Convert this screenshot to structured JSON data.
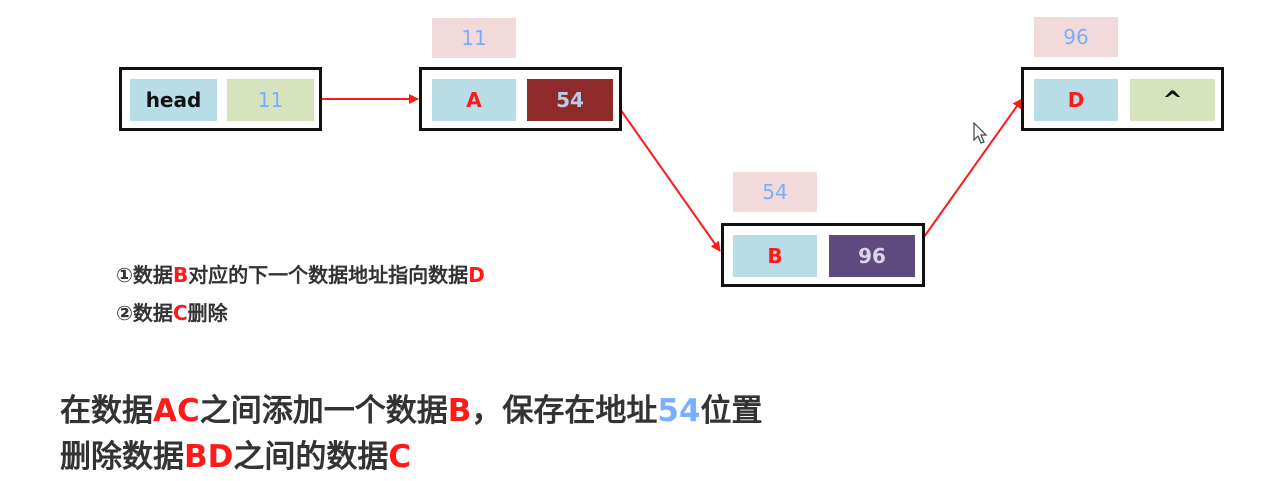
{
  "colors": {
    "arrow": "#ff1a1a",
    "border": "#111111",
    "cell_blue": "#b9dde6",
    "cell_green": "#d6e3bc",
    "cell_maroon": "#8e2a2a",
    "cell_purple": "#5f4a80",
    "addr_bg": "#f3dada",
    "addr_text": "#7aaeff",
    "label_red": "#ff1a1a",
    "text_dark": "#111111",
    "note_text": "#333333"
  },
  "head_node": {
    "label": "head",
    "pointer": "11"
  },
  "node_a": {
    "address": "11",
    "data": "A",
    "next": "54"
  },
  "node_b": {
    "address": "54",
    "data": "B",
    "next": "96"
  },
  "node_d": {
    "address": "96",
    "data": "D",
    "next": "^"
  },
  "notes": {
    "step1": {
      "prefix": "①数据",
      "b": "B",
      "middle": "对应的下一个数据地址指向数据",
      "d": "D"
    },
    "step2": {
      "prefix": "②数据",
      "c": "C",
      "suffix": "删除"
    }
  },
  "captions": {
    "line1": {
      "t1": "在数据",
      "ac": "AC",
      "t2": "之间添加一个数据",
      "b": "B",
      "t3": "，保存在地址",
      "addr": "54",
      "t4": "位置"
    },
    "line2": {
      "t1": "删除数据",
      "bd": "BD",
      "t2": "之间的数据",
      "c": "C"
    }
  },
  "icons": {
    "cursor": "mouse-pointer-icon"
  }
}
